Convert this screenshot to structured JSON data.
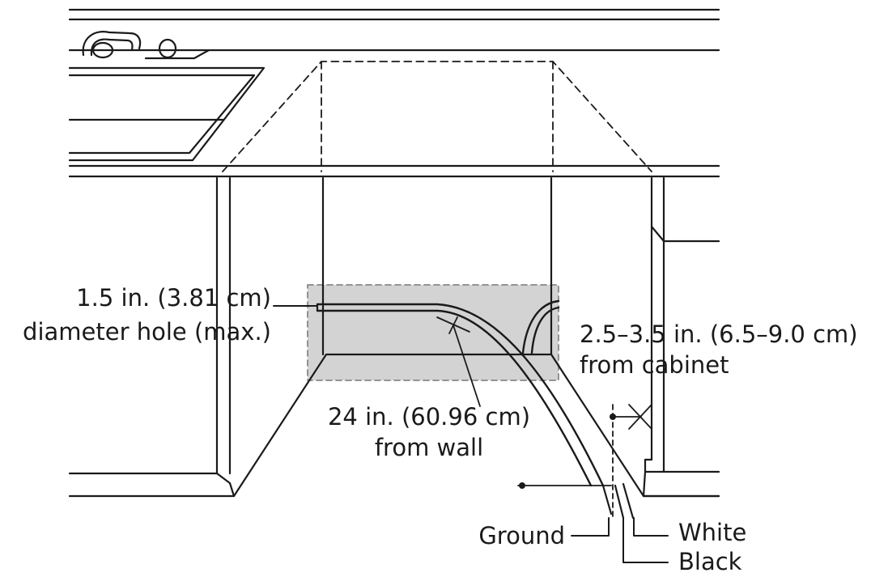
{
  "labels": {
    "hole_size": "1.5 in. (3.81 cm)",
    "hole_desc": "diameter hole (max.)",
    "cabinet_dist": "2.5–3.5 in. (6.5–9.0 cm)",
    "cabinet_from": "from cabinet",
    "wall_dist": "24 in. (60.96 cm)",
    "wall_from": "from wall",
    "wire_ground": "Ground",
    "wire_white": "White",
    "wire_black": "Black"
  },
  "colors": {
    "line": "#1a1a1a",
    "shaded_area": "#d3d3d3",
    "background": "#ffffff"
  }
}
